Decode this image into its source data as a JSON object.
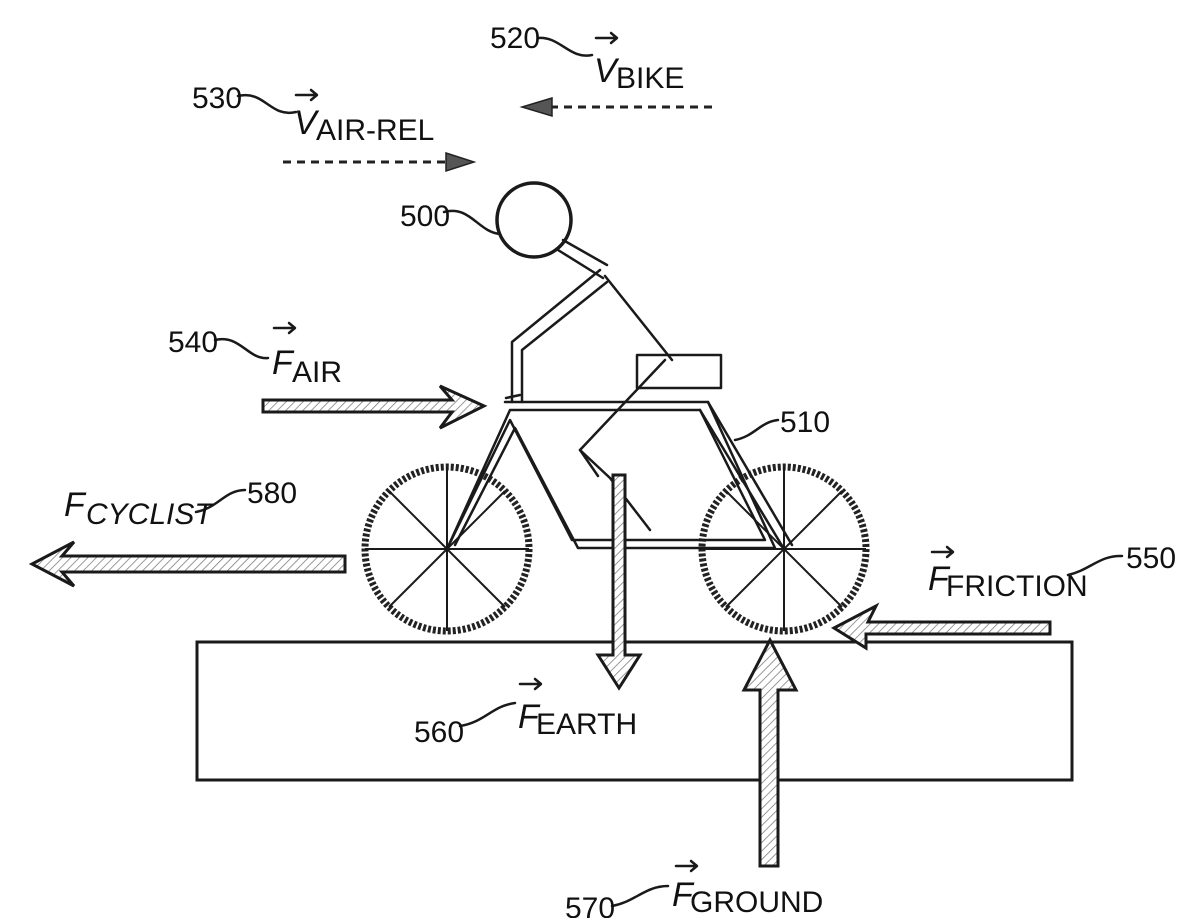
{
  "labels": {
    "ref_500": "500",
    "ref_510": "510",
    "ref_520": "520",
    "ref_530": "530",
    "ref_540": "540",
    "ref_550": "550",
    "ref_560": "560",
    "ref_570": "570",
    "ref_580": "580"
  },
  "vectors": {
    "v_bike": {
      "symbol": "V",
      "subscript": "BIKE"
    },
    "v_air_rel": {
      "symbol": "V",
      "subscript": "AIR-REL"
    },
    "f_air": {
      "symbol": "F",
      "subscript": "AIR"
    },
    "f_friction": {
      "symbol": "F",
      "subscript": "FRICTION"
    },
    "f_earth": {
      "symbol": "F",
      "subscript": "EARTH"
    },
    "f_ground": {
      "symbol": "F",
      "subscript": "GROUND"
    },
    "f_cyclist": {
      "symbol": "F",
      "subscript": "CYCLIST"
    }
  }
}
